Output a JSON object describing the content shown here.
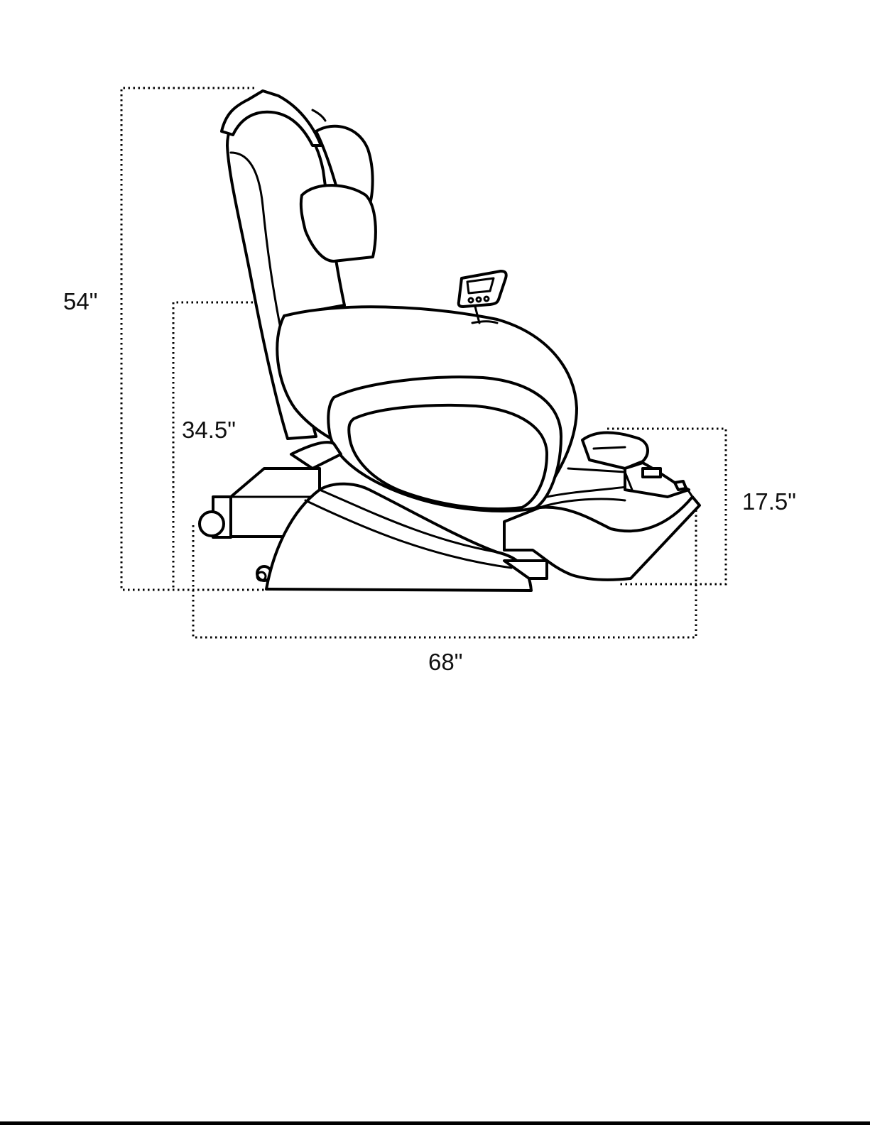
{
  "dimensions": {
    "total_height": "54\"",
    "seat_height": "34.5\"",
    "footrest_height": "17.5\"",
    "total_length": "68\""
  }
}
